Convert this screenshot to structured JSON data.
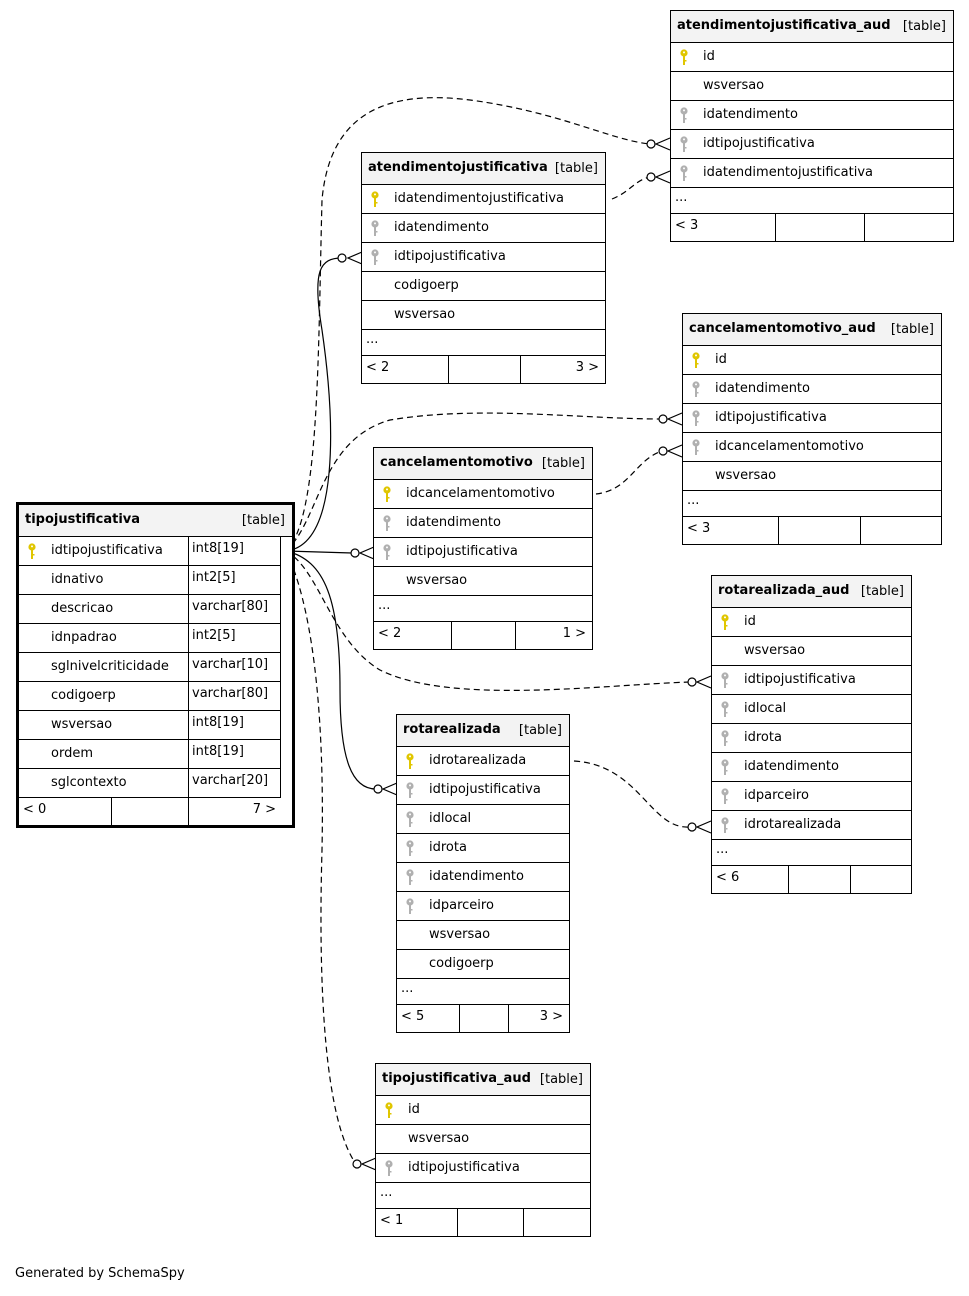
{
  "footer_text": "Generated by SchemaSpy",
  "colors": {
    "primary_key": "#e0c600",
    "foreign_key": "#b0b0b0",
    "header_bg": "#f3f3f3"
  },
  "tables": {
    "tipojustificativa": {
      "name": "tipojustificativa",
      "tag": "[table]",
      "columns": [
        {
          "name": "idtipojustificativa",
          "type": "int8[19]",
          "key": "pk"
        },
        {
          "name": "idnativo",
          "type": "int2[5]",
          "key": ""
        },
        {
          "name": "descricao",
          "type": "varchar[80]",
          "key": ""
        },
        {
          "name": "idnpadrao",
          "type": "int2[5]",
          "key": ""
        },
        {
          "name": "sglnivelcriticidade",
          "type": "varchar[10]",
          "key": ""
        },
        {
          "name": "codigoerp",
          "type": "varchar[80]",
          "key": ""
        },
        {
          "name": "wsversao",
          "type": "int8[19]",
          "key": ""
        },
        {
          "name": "ordem",
          "type": "int8[19]",
          "key": ""
        },
        {
          "name": "sglcontexto",
          "type": "varchar[20]",
          "key": ""
        }
      ],
      "footer": {
        "left": "< 0",
        "mid": "",
        "right": "7 >"
      }
    },
    "atendimentojustificativa_aud": {
      "name": "atendimentojustificativa_aud",
      "tag": "[table]",
      "columns": [
        {
          "name": "id",
          "key": "pk"
        },
        {
          "name": "wsversao",
          "key": ""
        },
        {
          "name": "idatendimento",
          "key": "fk"
        },
        {
          "name": "idtipojustificativa",
          "key": "fk"
        },
        {
          "name": "idatendimentojustificativa",
          "key": "fk"
        }
      ],
      "ellipsis": "...",
      "footer": {
        "left": "< 3",
        "mid": "",
        "right": ""
      }
    },
    "atendimentojustificativa": {
      "name": "atendimentojustificativa",
      "tag": "[table]",
      "columns": [
        {
          "name": "idatendimentojustificativa",
          "key": "pk"
        },
        {
          "name": "idatendimento",
          "key": "fk"
        },
        {
          "name": "idtipojustificativa",
          "key": "fk"
        },
        {
          "name": "codigoerp",
          "key": ""
        },
        {
          "name": "wsversao",
          "key": ""
        }
      ],
      "ellipsis": "...",
      "footer": {
        "left": "< 2",
        "mid": "",
        "right": "3 >"
      }
    },
    "cancelamentomotivo_aud": {
      "name": "cancelamentomotivo_aud",
      "tag": "[table]",
      "columns": [
        {
          "name": "id",
          "key": "pk"
        },
        {
          "name": "idatendimento",
          "key": "fk"
        },
        {
          "name": "idtipojustificativa",
          "key": "fk"
        },
        {
          "name": "idcancelamentomotivo",
          "key": "fk"
        },
        {
          "name": "wsversao",
          "key": ""
        }
      ],
      "ellipsis": "...",
      "footer": {
        "left": "< 3",
        "mid": "",
        "right": ""
      }
    },
    "cancelamentomotivo": {
      "name": "cancelamentomotivo",
      "tag": "[table]",
      "columns": [
        {
          "name": "idcancelamentomotivo",
          "key": "pk"
        },
        {
          "name": "idatendimento",
          "key": "fk"
        },
        {
          "name": "idtipojustificativa",
          "key": "fk"
        },
        {
          "name": "wsversao",
          "key": ""
        }
      ],
      "ellipsis": "...",
      "footer": {
        "left": "< 2",
        "mid": "",
        "right": "1 >"
      }
    },
    "rotarealizada_aud": {
      "name": "rotarealizada_aud",
      "tag": "[table]",
      "columns": [
        {
          "name": "id",
          "key": "pk"
        },
        {
          "name": "wsversao",
          "key": ""
        },
        {
          "name": "idtipojustificativa",
          "key": "fk"
        },
        {
          "name": "idlocal",
          "key": "fk"
        },
        {
          "name": "idrota",
          "key": "fk"
        },
        {
          "name": "idatendimento",
          "key": "fk"
        },
        {
          "name": "idparceiro",
          "key": "fk"
        },
        {
          "name": "idrotarealizada",
          "key": "fk"
        }
      ],
      "ellipsis": "...",
      "footer": {
        "left": "< 6",
        "mid": "",
        "right": ""
      }
    },
    "rotarealizada": {
      "name": "rotarealizada",
      "tag": "[table]",
      "columns": [
        {
          "name": "idrotarealizada",
          "key": "pk"
        },
        {
          "name": "idtipojustificativa",
          "key": "fk"
        },
        {
          "name": "idlocal",
          "key": "fk"
        },
        {
          "name": "idrota",
          "key": "fk"
        },
        {
          "name": "idatendimento",
          "key": "fk"
        },
        {
          "name": "idparceiro",
          "key": "fk"
        },
        {
          "name": "wsversao",
          "key": ""
        },
        {
          "name": "codigoerp",
          "key": ""
        }
      ],
      "ellipsis": "...",
      "footer": {
        "left": "< 5",
        "mid": "",
        "right": "3 >"
      }
    },
    "tipojustificativa_aud": {
      "name": "tipojustificativa_aud",
      "tag": "[table]",
      "columns": [
        {
          "name": "id",
          "key": "pk"
        },
        {
          "name": "wsversao",
          "key": ""
        },
        {
          "name": "idtipojustificativa",
          "key": "fk"
        }
      ],
      "ellipsis": "...",
      "footer": {
        "left": "< 1",
        "mid": "",
        "right": ""
      }
    }
  }
}
